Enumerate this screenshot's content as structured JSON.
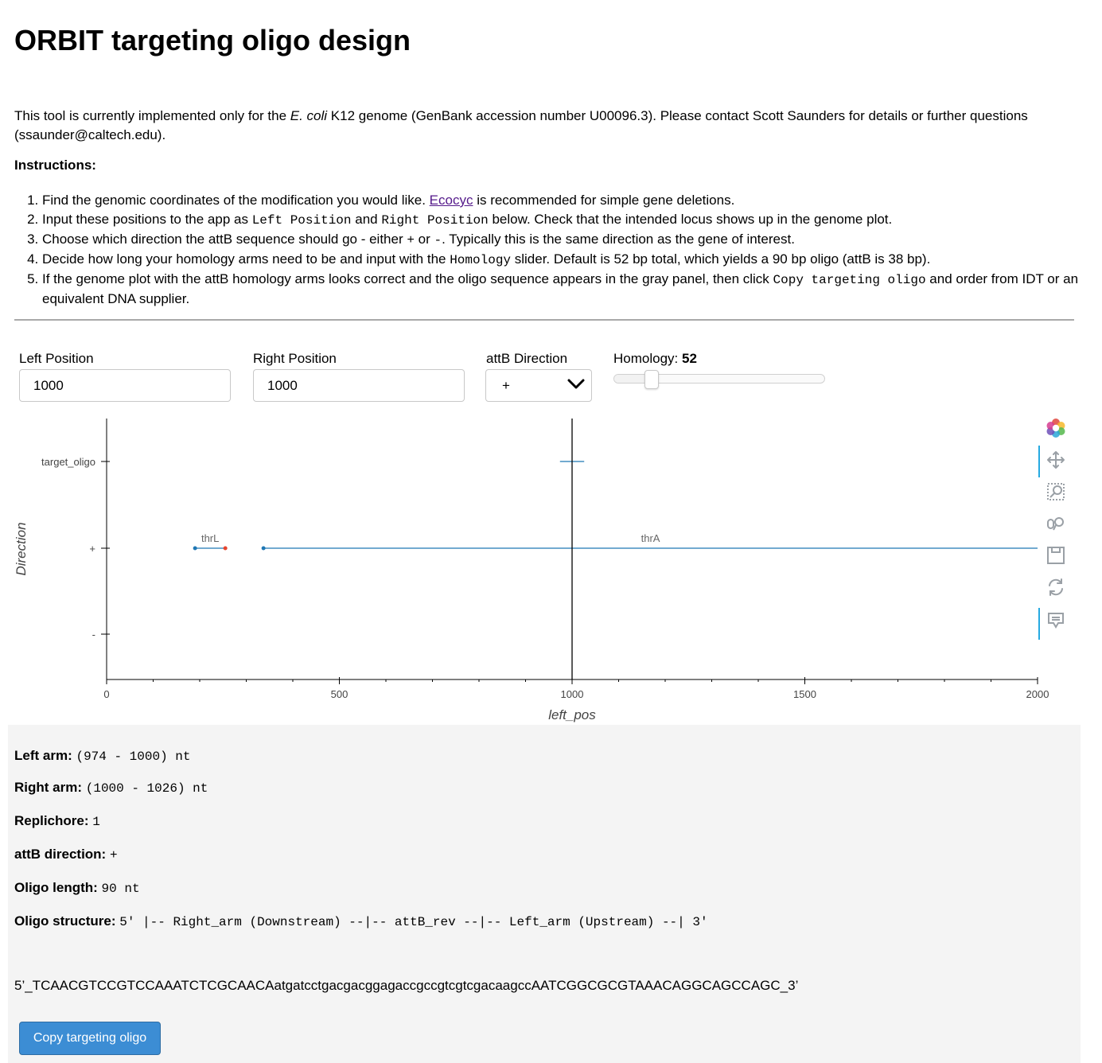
{
  "page": {
    "title": "ORBIT targeting oligo design",
    "intro_pre": "This tool is currently implemented only for the ",
    "intro_italic": "E. coli",
    "intro_post": " K12 genome (GenBank accession number U00096.3). Please contact Scott Saunders for details or further questions (ssaunder@caltech.edu).",
    "instructions_title": "Instructions:"
  },
  "steps": {
    "s1_pre": "Find the genomic coordinates of the modification you would like. ",
    "s1_link": "Ecocyc",
    "s1_post": " is recommended for simple gene deletions.",
    "s2_pre": "Input these positions to the app as ",
    "s2_code1": "Left Position",
    "s2_mid": " and ",
    "s2_code2": "Right Position",
    "s2_post": " below. Check that the intended locus shows up in the genome plot.",
    "s3_pre": "Choose which direction the attB sequence should go - either ",
    "s3_code1": "+",
    "s3_mid": " or ",
    "s3_code2": "-",
    "s3_post": ". Typically this is the same direction as the gene of interest.",
    "s4_pre": "Decide how long your homology arms need to be and input with the ",
    "s4_code": "Homology",
    "s4_post": " slider. Default is 52 bp total, which yields a 90 bp oligo (attB is 38 bp).",
    "s5_pre": "If the genome plot with the attB homology arms looks correct and the oligo sequence appears in the gray panel, then click ",
    "s5_code": "Copy targeting oligo",
    "s5_post": " and order from IDT or an equivalent DNA supplier."
  },
  "controls": {
    "left_label": "Left Position",
    "left_value": "1000",
    "right_label": "Right Position",
    "right_value": "1000",
    "attb_label": "attB Direction",
    "attb_value": "+",
    "homology_label": "Homology: ",
    "homology_value": "52",
    "homology_slider_fraction": 0.17
  },
  "chart_data": {
    "type": "scatter",
    "xlabel": "left_pos",
    "ylabel": "Direction",
    "xlim": [
      0,
      2000
    ],
    "x_ticks": [
      0,
      500,
      1000,
      1500,
      2000
    ],
    "y_categories": [
      "target_oligo",
      "+",
      "-"
    ],
    "vline_x": 1000,
    "segments": [
      {
        "label": "thrL",
        "row": "+",
        "x0": 190,
        "x1": 255
      },
      {
        "label": "thrA",
        "row": "+",
        "x0": 337,
        "x1": 2000
      },
      {
        "label": "",
        "row": "target_oligo",
        "x0": 974,
        "x1": 1026
      }
    ],
    "colors": {
      "line": "#1f77b4",
      "start": "#1f77b4",
      "end": "#e6452e",
      "vline": "#000000"
    }
  },
  "toolbar": {
    "icons": [
      "bokeh-logo-icon",
      "pan-icon",
      "box-zoom-icon",
      "wheel-zoom-icon",
      "save-icon",
      "reset-icon",
      "hover-icon"
    ]
  },
  "results": {
    "left_arm_label": "Left arm: ",
    "left_arm_value": "(974 - 1000) nt",
    "right_arm_label": "Right arm: ",
    "right_arm_value": "(1000 - 1026) nt",
    "replichore_label": "Replichore: ",
    "replichore_value": "1",
    "attb_dir_label": "attB direction: ",
    "attb_dir_value": "+",
    "oligo_len_label": "Oligo length: ",
    "oligo_len_value": "90 nt",
    "oligo_struct_label": "Oligo structure: ",
    "oligo_struct_value": "5' |-- Right_arm (Downstream) --|-- attB_rev --|-- Left_arm (Upstream) --| 3'",
    "sequence": "5’_TCAACGTCCGTCCAAATCTCGCAACAatgatcctgacgacggagaccgccgtcgtcgacaagccAATCGGCGCGTAAACAGGCAGCCAGC_3’",
    "copy_button": "Copy targeting oligo"
  }
}
